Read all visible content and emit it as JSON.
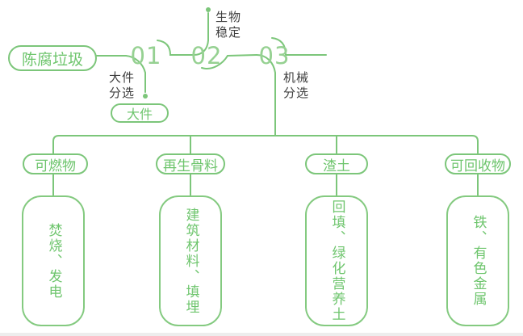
{
  "colors": {
    "line_green": "#7cc67a",
    "number_green": "#96d192",
    "text_green": "#6ec56d",
    "label_dark": "#3e3e3e",
    "bottom_strip": "#ededed"
  },
  "flow": {
    "root": "陈腐垃圾",
    "steps": [
      {
        "number": "01",
        "label": "大件\n分选",
        "output": "大件"
      },
      {
        "number": "02",
        "label": "生物\n稳定"
      },
      {
        "number": "03",
        "label": "机械\n分选"
      }
    ]
  },
  "columns": [
    {
      "category": "可燃物",
      "output": "焚烧、发电"
    },
    {
      "category": "再生骨料",
      "output": "建筑材料、填埋"
    },
    {
      "category": "渣土",
      "output": "回填、绿化营养土"
    },
    {
      "category": "可回收物",
      "output": "铁、有色金属"
    }
  ]
}
